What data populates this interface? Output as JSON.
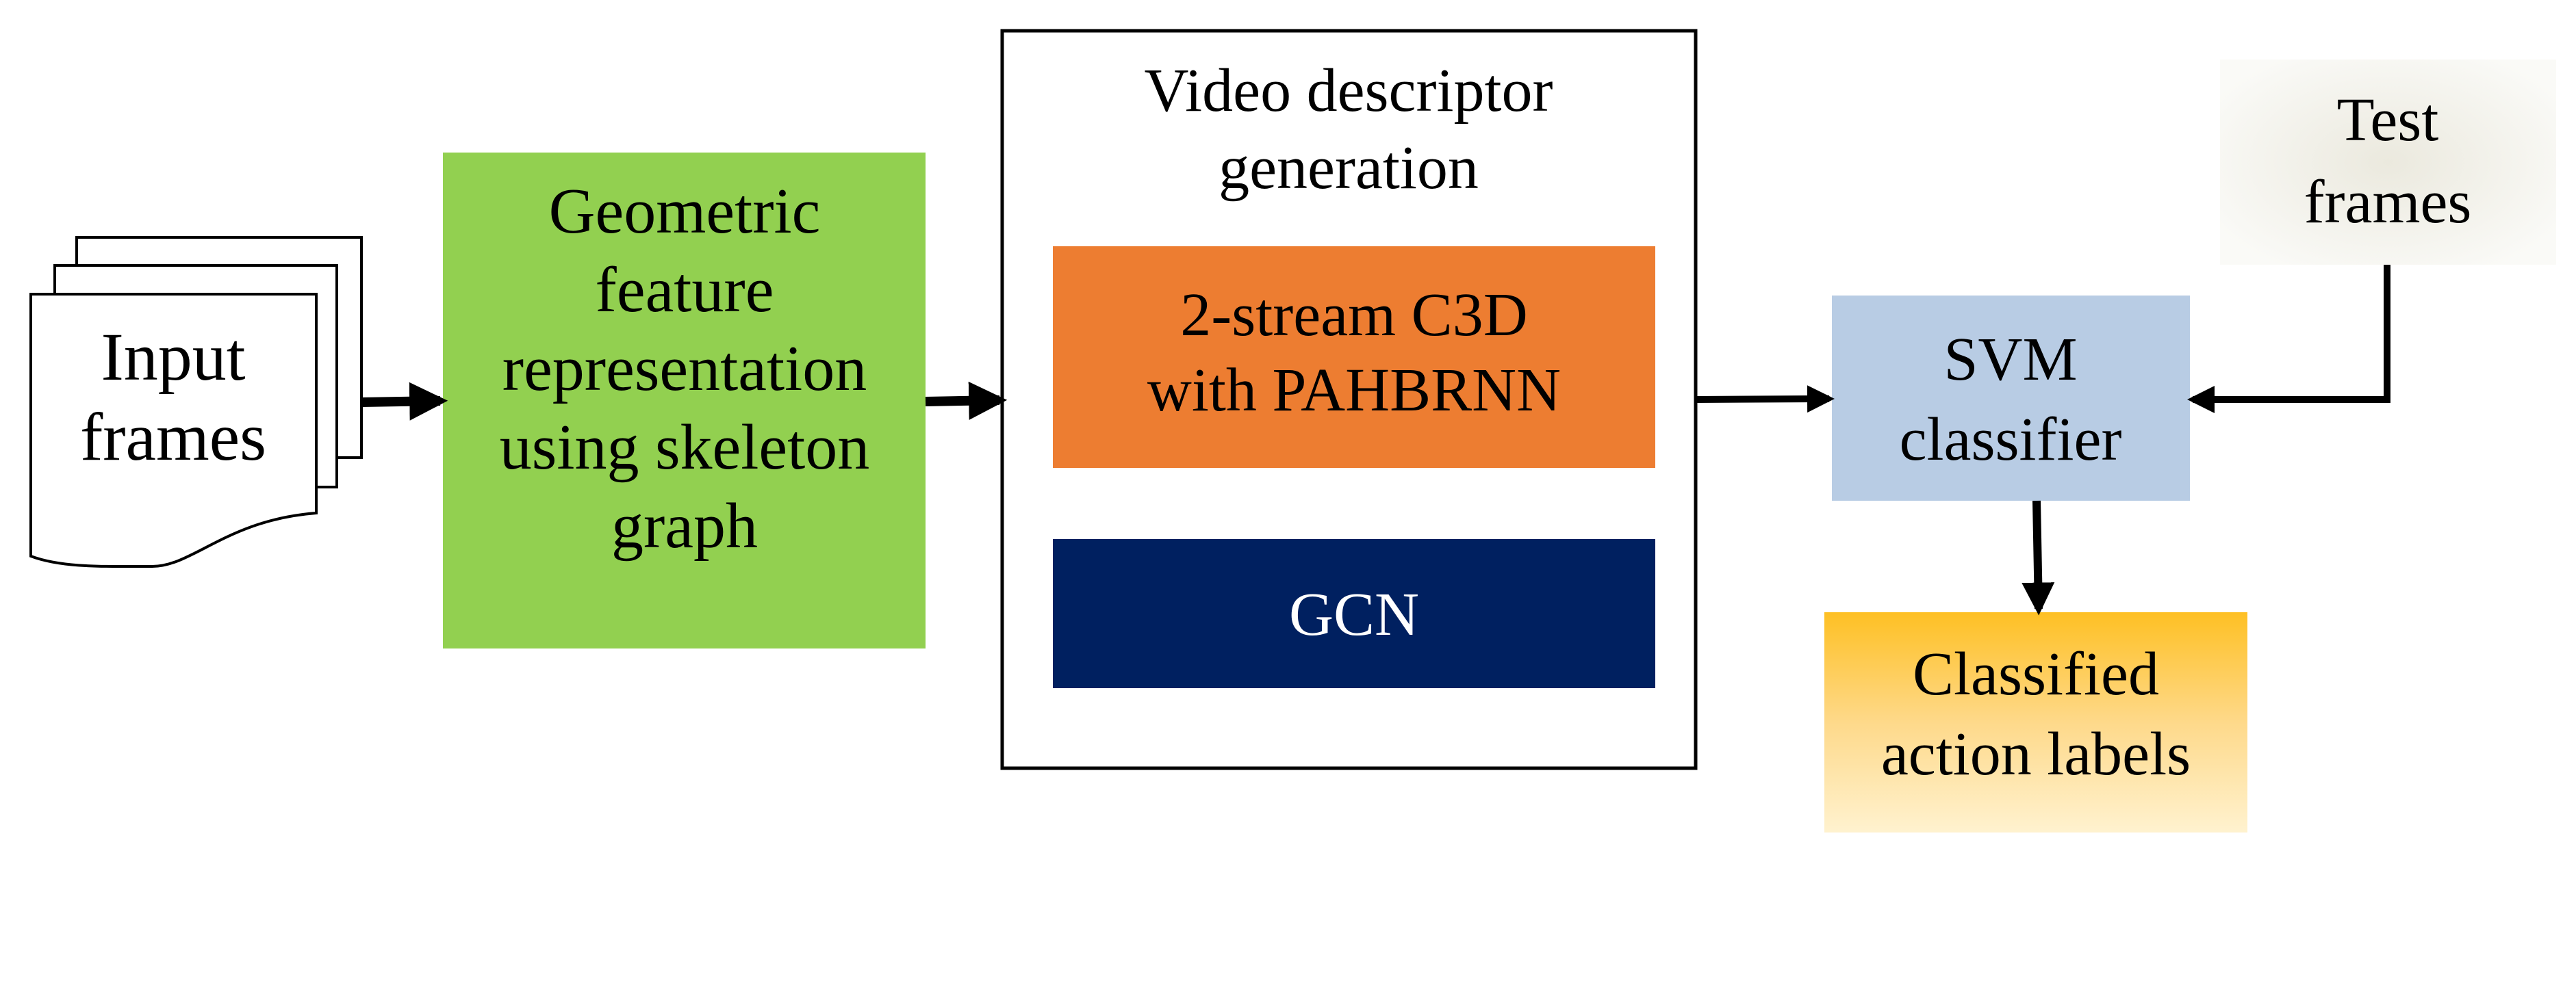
{
  "input": {
    "lines": [
      "Input",
      "frames"
    ]
  },
  "geometric": {
    "lines": [
      "Geometric",
      "feature",
      "representation",
      "using skeleton",
      "graph"
    ]
  },
  "video": {
    "title_lines": [
      "Video descriptor",
      "generation"
    ]
  },
  "c3d": {
    "lines": [
      "2-stream C3D",
      "with PAHBRNN"
    ]
  },
  "gcn": {
    "label": "GCN"
  },
  "svm": {
    "lines": [
      "SVM",
      "classifier"
    ]
  },
  "test": {
    "lines": [
      "Test",
      "frames"
    ]
  },
  "classified": {
    "lines": [
      "Classified",
      "action labels"
    ]
  },
  "colors": {
    "green": "#92d050",
    "orange": "#ed7d31",
    "navy": "#002060",
    "svm": "#b8cce4",
    "test": "#f4f3ee",
    "gold": "#fec024"
  }
}
